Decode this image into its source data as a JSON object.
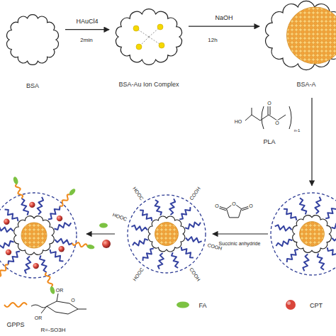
{
  "diagram": {
    "nodes": [
      {
        "text": [
          "BSA"
        ]
      },
      {
        "text": [
          "BSA-Au Ion Complex"
        ]
      },
      {
        "text": [
          "BSA-A"
        ]
      }
    ],
    "edges": [
      {
        "from": 0,
        "to": 1,
        "arrow": "to",
        "label": "HAuCl4"
      },
      {
        "from": 1,
        "to": 2,
        "arrow": "to",
        "label": "NaOH"
      }
    ],
    "labels": [
      "2min",
      "12h",
      "HO",
      "O",
      "O",
      "n-1",
      "PLA",
      "O",
      "O",
      "O",
      "Succinic anhydride",
      "HOOC",
      "HOOC",
      "HOOC",
      "COOH",
      "COOH",
      "COOH",
      "OR",
      "OR",
      "O",
      "R=-SO3H"
    ],
    "legend": [
      {
        "text": "GPPS"
      },
      {
        "text": "FA",
        "color": "#7cc242"
      },
      {
        "text": "CPT",
        "color": "#d9453a"
      }
    ]
  }
}
